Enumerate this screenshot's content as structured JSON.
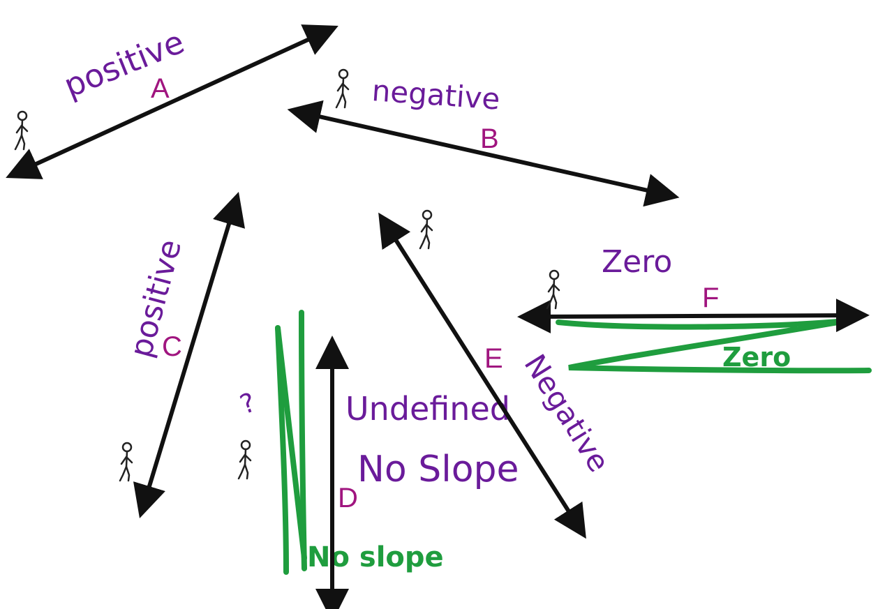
{
  "colors": {
    "label": "#a0157f",
    "handwriting": "#6a1b9a",
    "green": "#1f9d3e",
    "line": "#111111"
  },
  "lines": [
    {
      "letter": "A",
      "label": "positive"
    },
    {
      "letter": "B",
      "label": "negative"
    },
    {
      "letter": "C",
      "label": "positive"
    },
    {
      "letter": "D",
      "label_line1": "Undefined",
      "label_line2": "No Slope",
      "question": "?"
    },
    {
      "letter": "E",
      "label": "Negative"
    },
    {
      "letter": "F",
      "label": "Zero"
    }
  ],
  "green_annotations": {
    "no_slope": "No slope",
    "zero": "Zero"
  },
  "icons": [
    "stick-figure-icon"
  ]
}
